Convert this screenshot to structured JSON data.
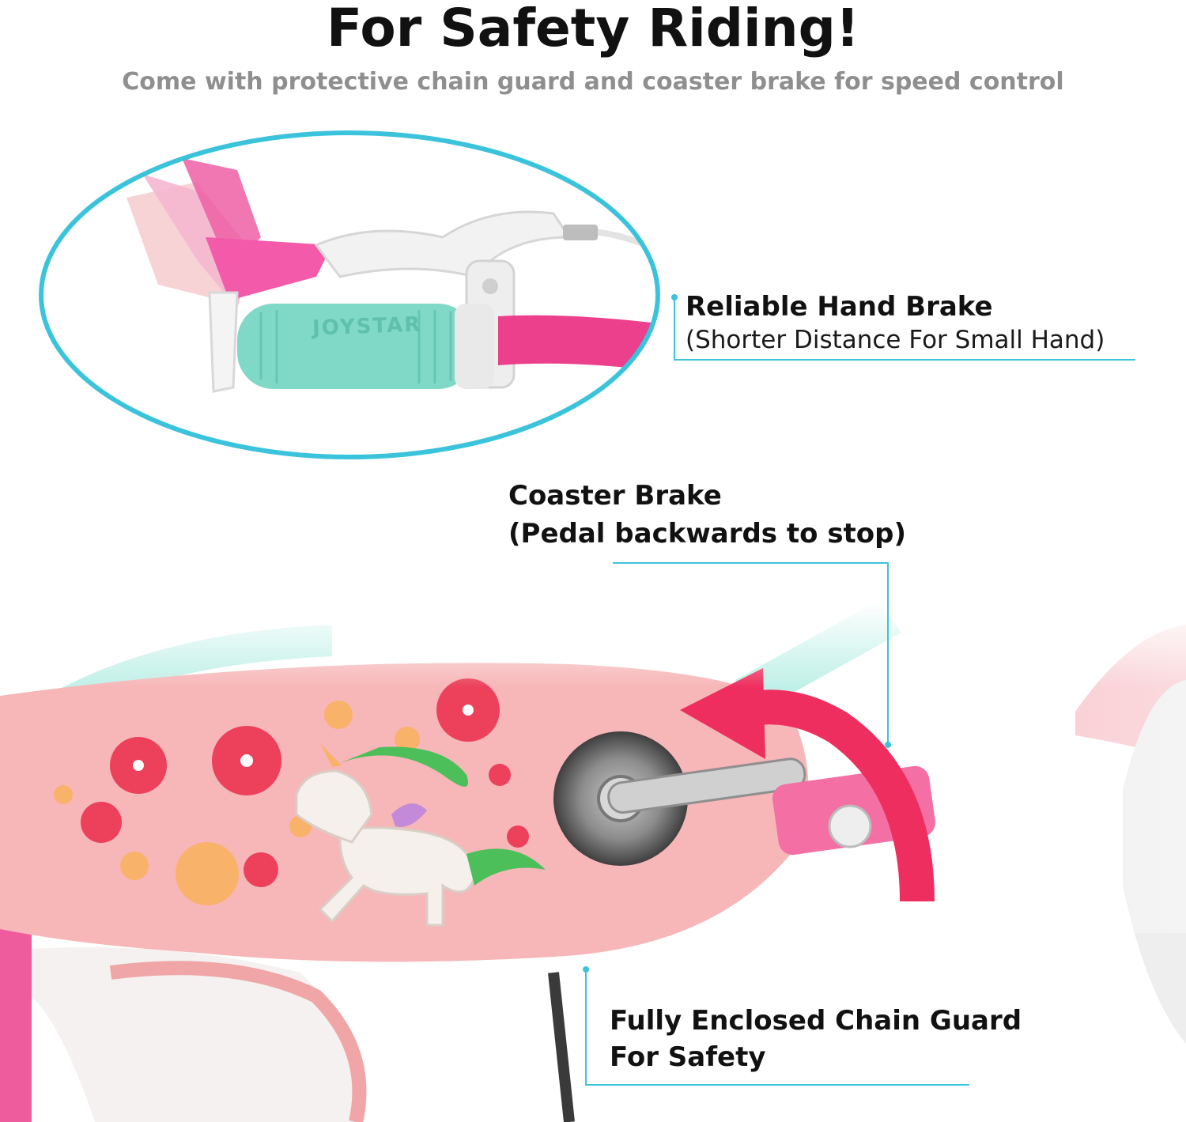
{
  "headline": "For Safety Riding!",
  "subheadline": "Come with protective chain guard and coaster brake for speed control",
  "callouts": {
    "hand_brake": {
      "title": "Reliable Hand Brake",
      "subtitle": "(Shorter Distance For Small Hand)"
    },
    "coaster_brake": {
      "title": "Coaster Brake",
      "subtitle": "(Pedal backwards to stop)"
    },
    "chain_guard": {
      "title": "Fully Enclosed Chain Guard",
      "subtitle": "For Safety"
    }
  },
  "grip_brand": "JOYSTAR",
  "colors": {
    "accent_line": "#3cc3dc",
    "guard_pink": "#f7b6b8",
    "arrow_red": "#ee2e5e",
    "grip_teal": "#7fd9c6",
    "handlebar_pink": "#ec3f8c"
  }
}
